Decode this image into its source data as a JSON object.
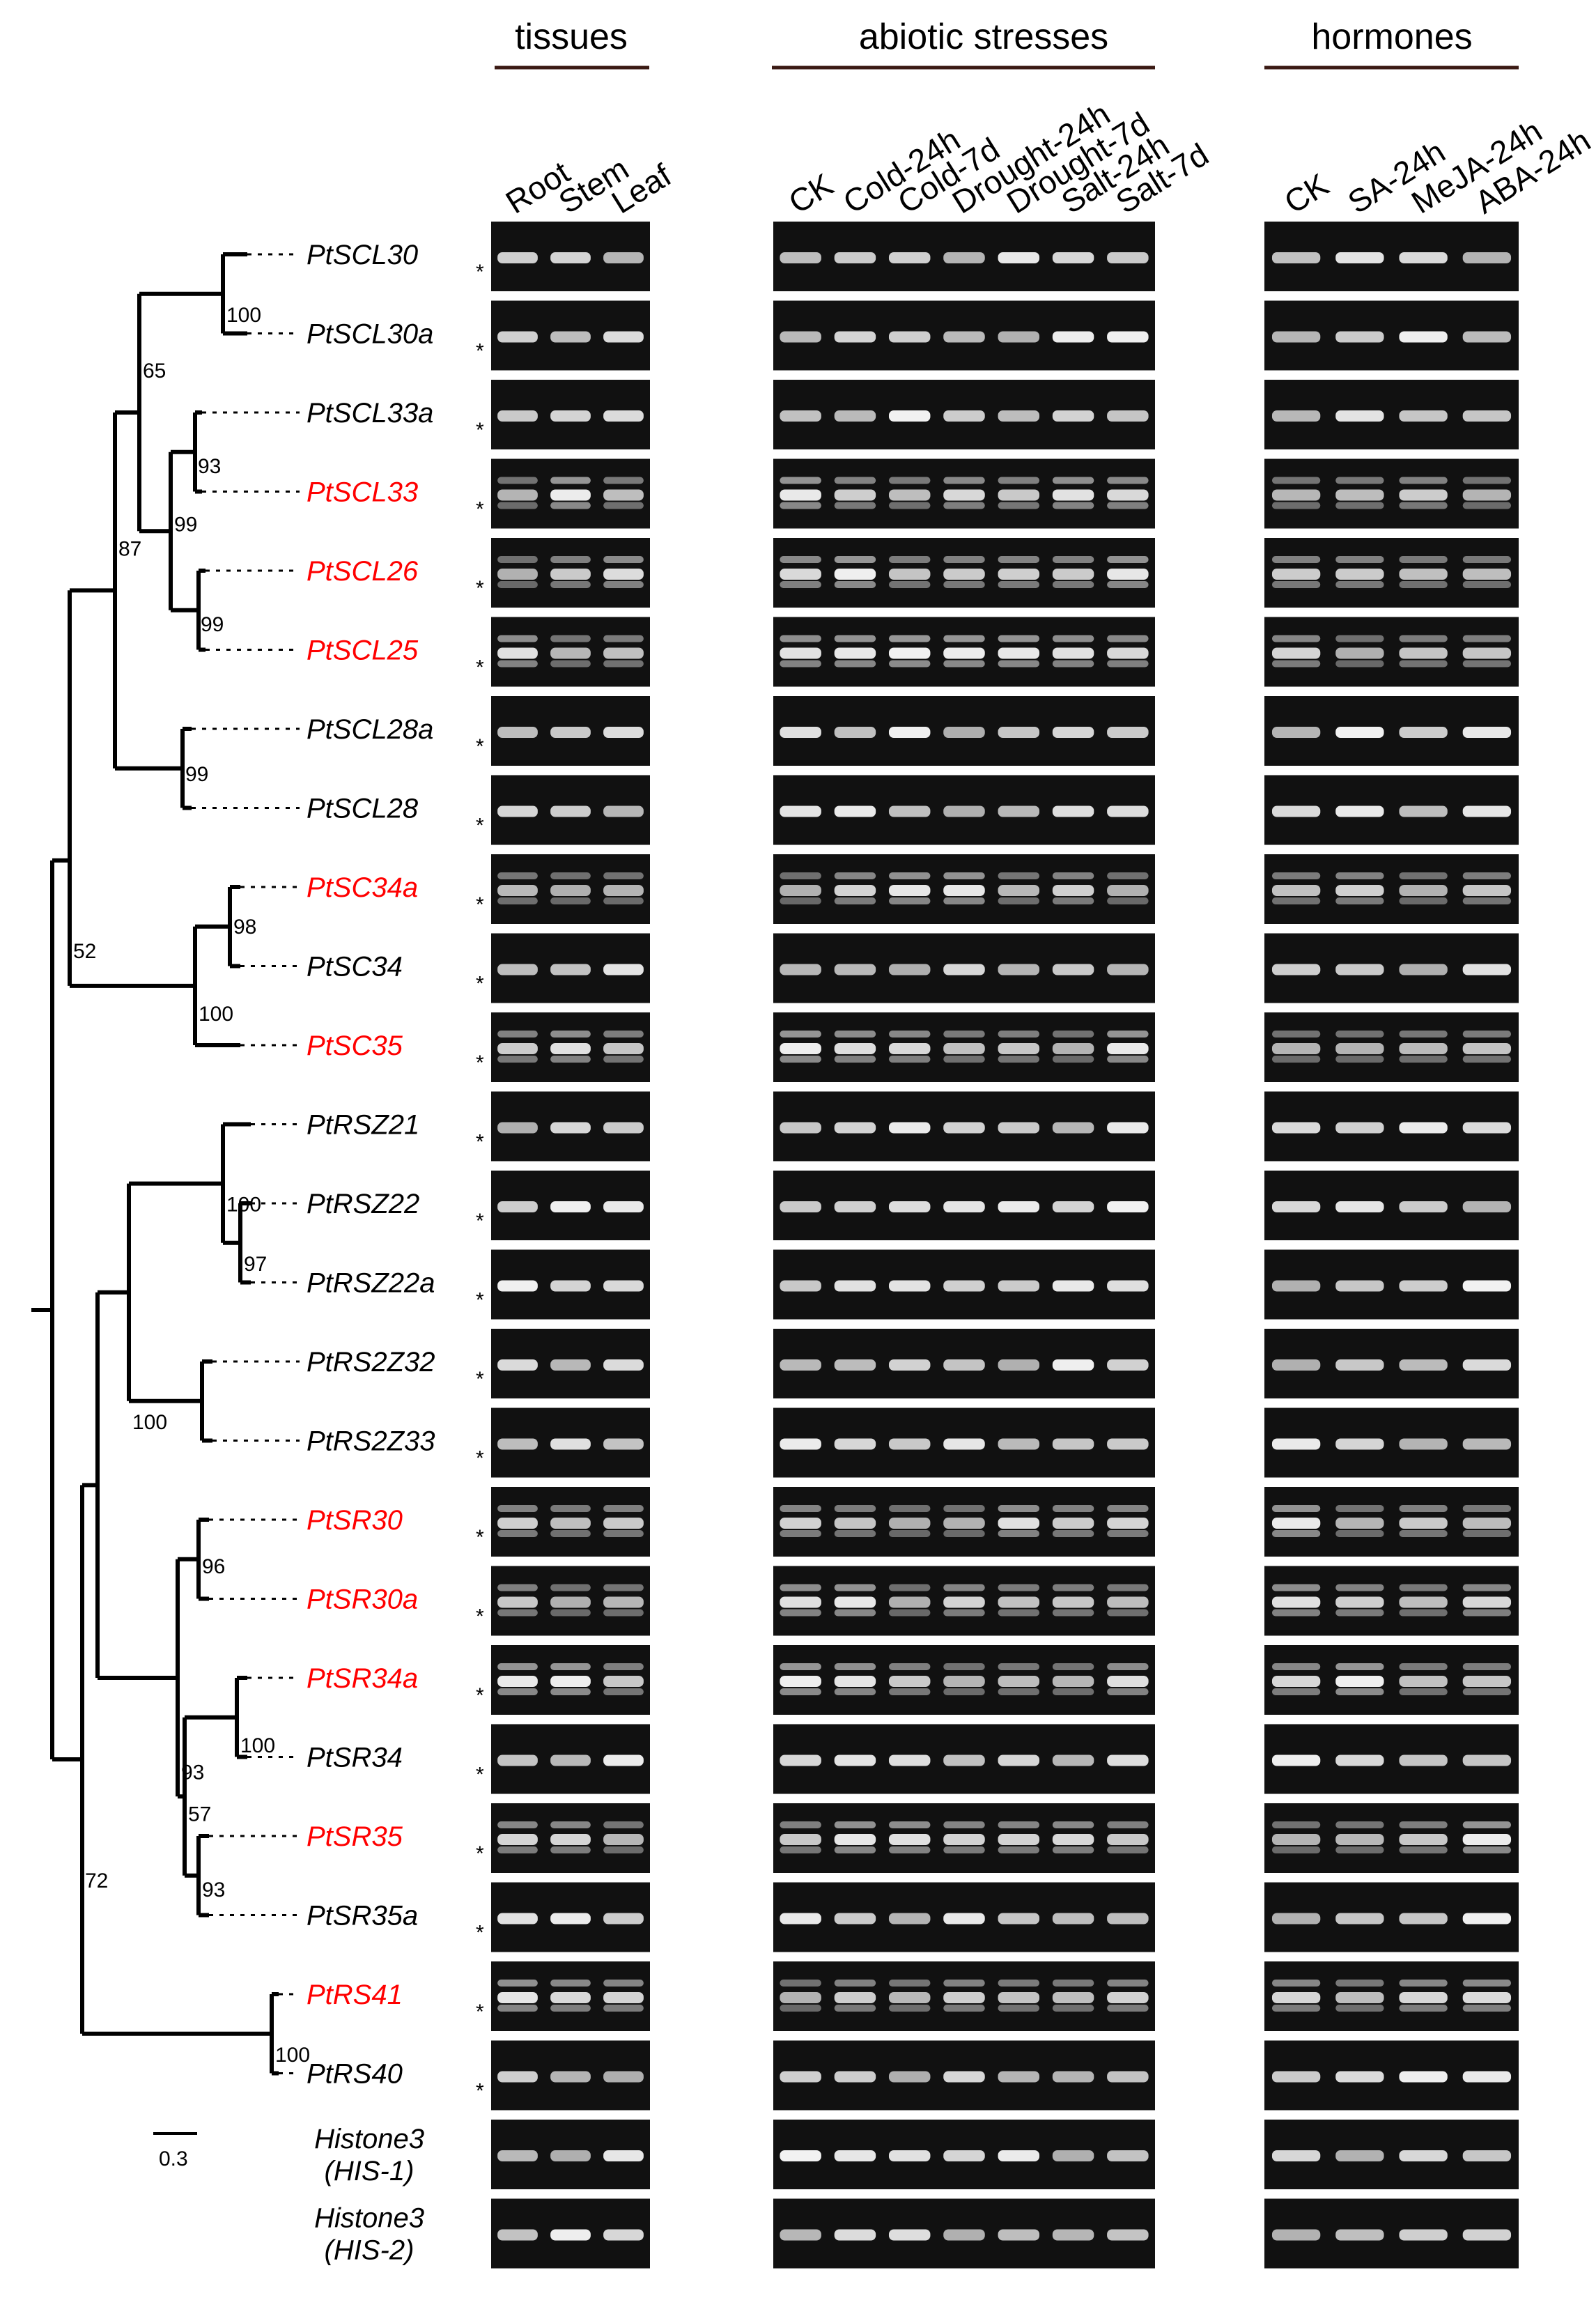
{
  "colors": {
    "highlight": "#ff0000",
    "normal": "#000000",
    "section_rule": "#3b1a14",
    "gel_bg": "#111111",
    "band": "#f2f2f2"
  },
  "sections": [
    {
      "title": "tissues",
      "lanes": [
        "Root",
        "Stem",
        "Leaf"
      ]
    },
    {
      "title": "abiotic stresses",
      "lanes": [
        "CK",
        "Cold-24h",
        "Cold-7d",
        "Drought-24h",
        "Drought-7d",
        "Salt-24h",
        "Salt-7d"
      ]
    },
    {
      "title": "hormones",
      "lanes": [
        "CK",
        "SA-24h",
        "MeJA-24h",
        "ABA-24h"
      ]
    }
  ],
  "genes": [
    {
      "name": "PtSCL30",
      "highlight": false
    },
    {
      "name": "PtSCL30a",
      "highlight": false
    },
    {
      "name": "PtSCL33a",
      "highlight": false
    },
    {
      "name": "PtSCL33",
      "highlight": true
    },
    {
      "name": "PtSCL26",
      "highlight": true
    },
    {
      "name": "PtSCL25",
      "highlight": true
    },
    {
      "name": "PtSCL28a",
      "highlight": false
    },
    {
      "name": "PtSCL28",
      "highlight": false
    },
    {
      "name": "PtSC34a",
      "highlight": true
    },
    {
      "name": "PtSC34",
      "highlight": false
    },
    {
      "name": "PtSC35",
      "highlight": true
    },
    {
      "name": "PtRSZ21",
      "highlight": false
    },
    {
      "name": "PtRSZ22",
      "highlight": false
    },
    {
      "name": "PtRSZ22a",
      "highlight": false
    },
    {
      "name": "PtRS2Z32",
      "highlight": false
    },
    {
      "name": "PtRS2Z33",
      "highlight": false
    },
    {
      "name": "PtSR30",
      "highlight": true
    },
    {
      "name": "PtSR30a",
      "highlight": true
    },
    {
      "name": "PtSR34a",
      "highlight": true
    },
    {
      "name": "PtSR34",
      "highlight": false
    },
    {
      "name": "PtSR35",
      "highlight": true
    },
    {
      "name": "PtSR35a",
      "highlight": false
    },
    {
      "name": "PtRS41",
      "highlight": true
    },
    {
      "name": "PtRS40",
      "highlight": false
    }
  ],
  "controls": [
    {
      "line1": "Histone3",
      "line2": "(HIS-1)"
    },
    {
      "line1": "Histone3",
      "line2": "(HIS-2)"
    }
  ],
  "asterisk": "*",
  "bootstrap_values": [
    "100",
    "65",
    "93",
    "99",
    "87",
    "99",
    "99",
    "52",
    "98",
    "100",
    "100",
    "97",
    "100",
    "96",
    "93",
    "100",
    "57",
    "93",
    "72",
    "100"
  ],
  "scale_bar": "0.3"
}
